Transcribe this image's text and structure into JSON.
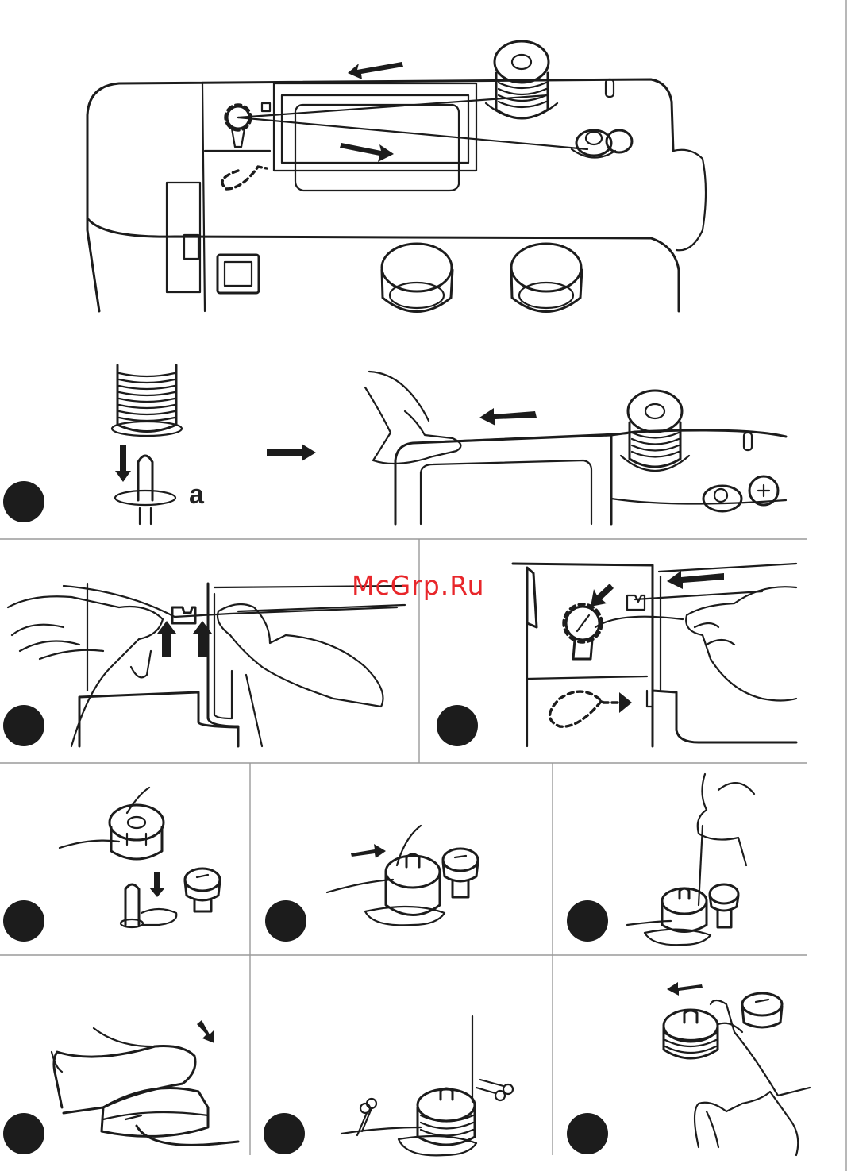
{
  "page": {
    "watermark": "McGrp.Ru",
    "part_label": "a"
  },
  "panels": [
    {
      "id": "overview",
      "description_icon": "sewing-machine-top"
    },
    {
      "id": "step-1"
    },
    {
      "id": "step-2"
    },
    {
      "id": "step-3"
    },
    {
      "id": "step-4"
    },
    {
      "id": "step-5"
    },
    {
      "id": "step-6"
    },
    {
      "id": "step-7"
    },
    {
      "id": "step-8"
    },
    {
      "id": "step-9"
    }
  ],
  "colors": {
    "line": "#1c1c1c",
    "watermark": "#e8262a",
    "background": "#ffffff"
  }
}
